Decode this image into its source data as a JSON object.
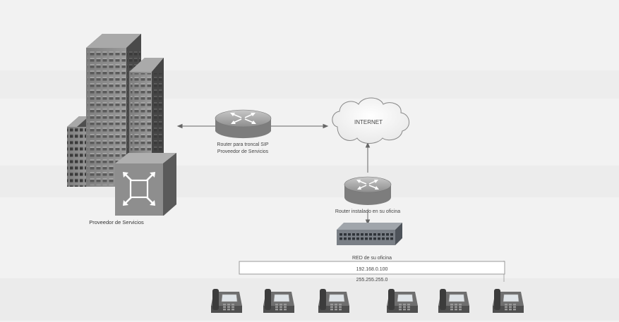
{
  "nodes": {
    "provider": {
      "label": "Proveedor de Servicios"
    },
    "edge_router": {
      "label_line1": "Router para troncal SIP",
      "label_line2": "Proveedor de Servicios"
    },
    "internet": {
      "label": "INTERNET"
    },
    "office_router": {
      "label": "Router instalado en su oficina"
    },
    "lan": {
      "label": "RED de su oficina",
      "ip": "192.168.0.100",
      "mask": "255.255.255.0"
    }
  },
  "phones": [
    {
      "id": "phone-1"
    },
    {
      "id": "phone-2"
    },
    {
      "id": "phone-3"
    },
    {
      "id": "phone-4"
    },
    {
      "id": "phone-5"
    },
    {
      "id": "phone-6"
    }
  ],
  "colors": {
    "building_face": "#8c8c8c",
    "building_side": "#4d4d4d",
    "building_top": "#a3a3a3",
    "router_body": "#a6a6a6",
    "switch_body": "#7a7f86",
    "line": "#666666"
  }
}
